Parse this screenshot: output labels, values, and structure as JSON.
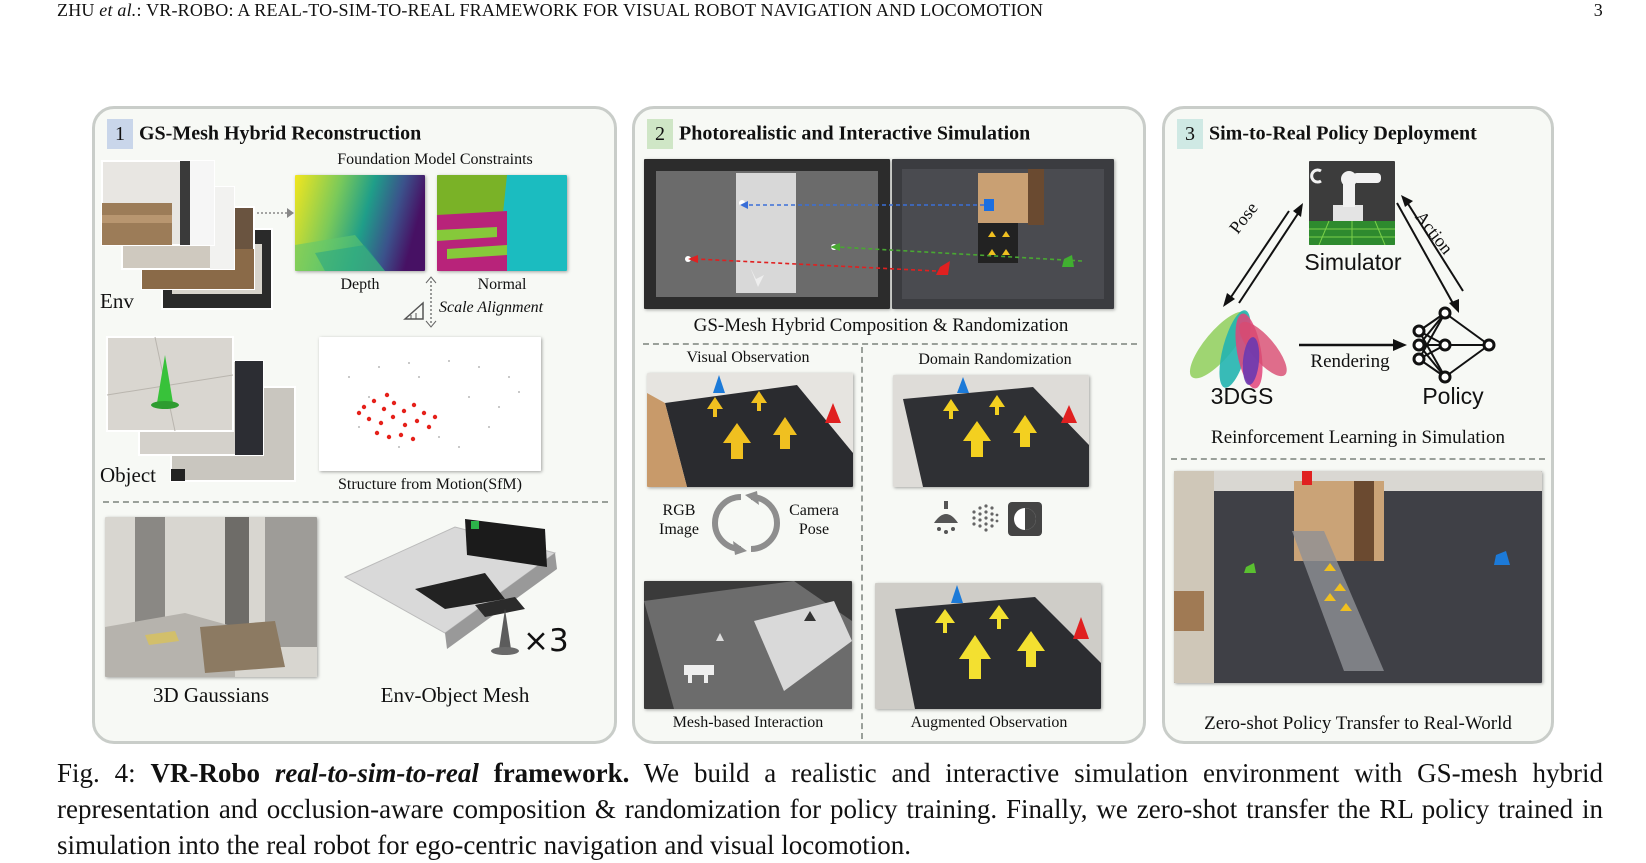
{
  "header": {
    "running_title_author": "ZHU",
    "running_title_etal": "et al.",
    "running_title": ": VR-ROBO: A REAL-TO-SIM-TO-REAL FRAMEWORK FOR VISUAL ROBOT NAVIGATION AND LOCOMOTION",
    "page_number": "3"
  },
  "panel1": {
    "number": "1",
    "title": "GS-Mesh Hybrid Reconstruction",
    "foundation_label": "Foundation Model Constraints",
    "depth_label": "Depth",
    "normal_label": "Normal",
    "env_label": "Env",
    "scale_label": "Scale Alignment",
    "object_label": "Object",
    "sfm_label": "Structure from Motion(SfM)",
    "gaussians_label": "3D Gaussians",
    "mesh_label": "Env-Object Mesh",
    "cone_count": "×3"
  },
  "panel2": {
    "number": "2",
    "title": "Photorealistic and Interactive Simulation",
    "composition_label": "GS-Mesh Hybrid Composition & Randomization",
    "visual_obs_label": "Visual Observation",
    "domain_rand_label": "Domain Randomization",
    "rgb_label_1": "RGB",
    "rgb_label_2": "Image",
    "camera_label_1": "Camera",
    "camera_label_2": "Pose",
    "mesh_interaction_label": "Mesh-based Interaction",
    "augmented_label": "Augmented Observation"
  },
  "panel3": {
    "number": "3",
    "title": "Sim-to-Real Policy Deployment",
    "simulator_label": "Simulator",
    "pose_label": "Pose",
    "action_label": "Action",
    "gs_label": "3DGS",
    "policy_label": "Policy",
    "rendering_label": "Rendering",
    "rl_label": "Reinforcement Learning in Simulation",
    "transfer_label": "Zero-shot Policy Transfer to Real-World"
  },
  "caption": {
    "prefix": "Fig. 4: ",
    "bold1": "VR-Robo ",
    "bold_italic": "real-to-sim-to-real",
    "bold2": " framework.",
    "text": " We build a realistic and interactive simulation environment with GS-mesh hybrid representation and occlusion-aware composition & randomization for policy training. Finally, we zero-shot transfer the RL policy trained in simulation into the real robot for ego-centric navigation and visual locomotion."
  },
  "colors": {
    "panel_border": "#c9cdc9",
    "num1": "#c9d6ea",
    "num2": "#cfe6c6",
    "num3": "#cfe9e4",
    "arrow_red": "#e02020",
    "arrow_green": "#49a832",
    "arrow_blue": "#3a6fd8"
  }
}
